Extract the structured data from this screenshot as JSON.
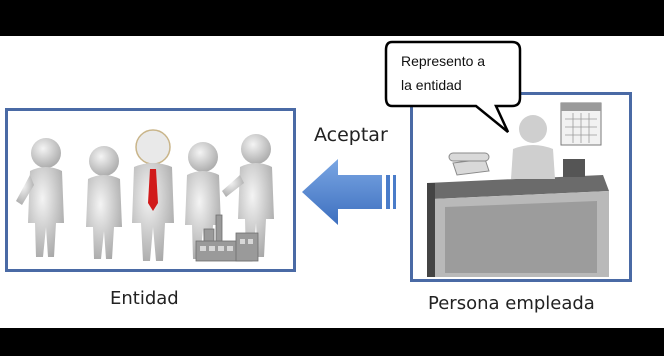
{
  "left_panel": {
    "caption": "Entidad"
  },
  "arrow": {
    "label": "Aceptar",
    "color": "#4a7cc9"
  },
  "right_panel": {
    "caption": "Persona empleada",
    "speech_bubble": {
      "line1": "Represento a",
      "line2": "la entidad"
    }
  },
  "colors": {
    "frame": "#4a6aa5",
    "figure": "#cfcfcf",
    "tie": "#d11a1a"
  }
}
